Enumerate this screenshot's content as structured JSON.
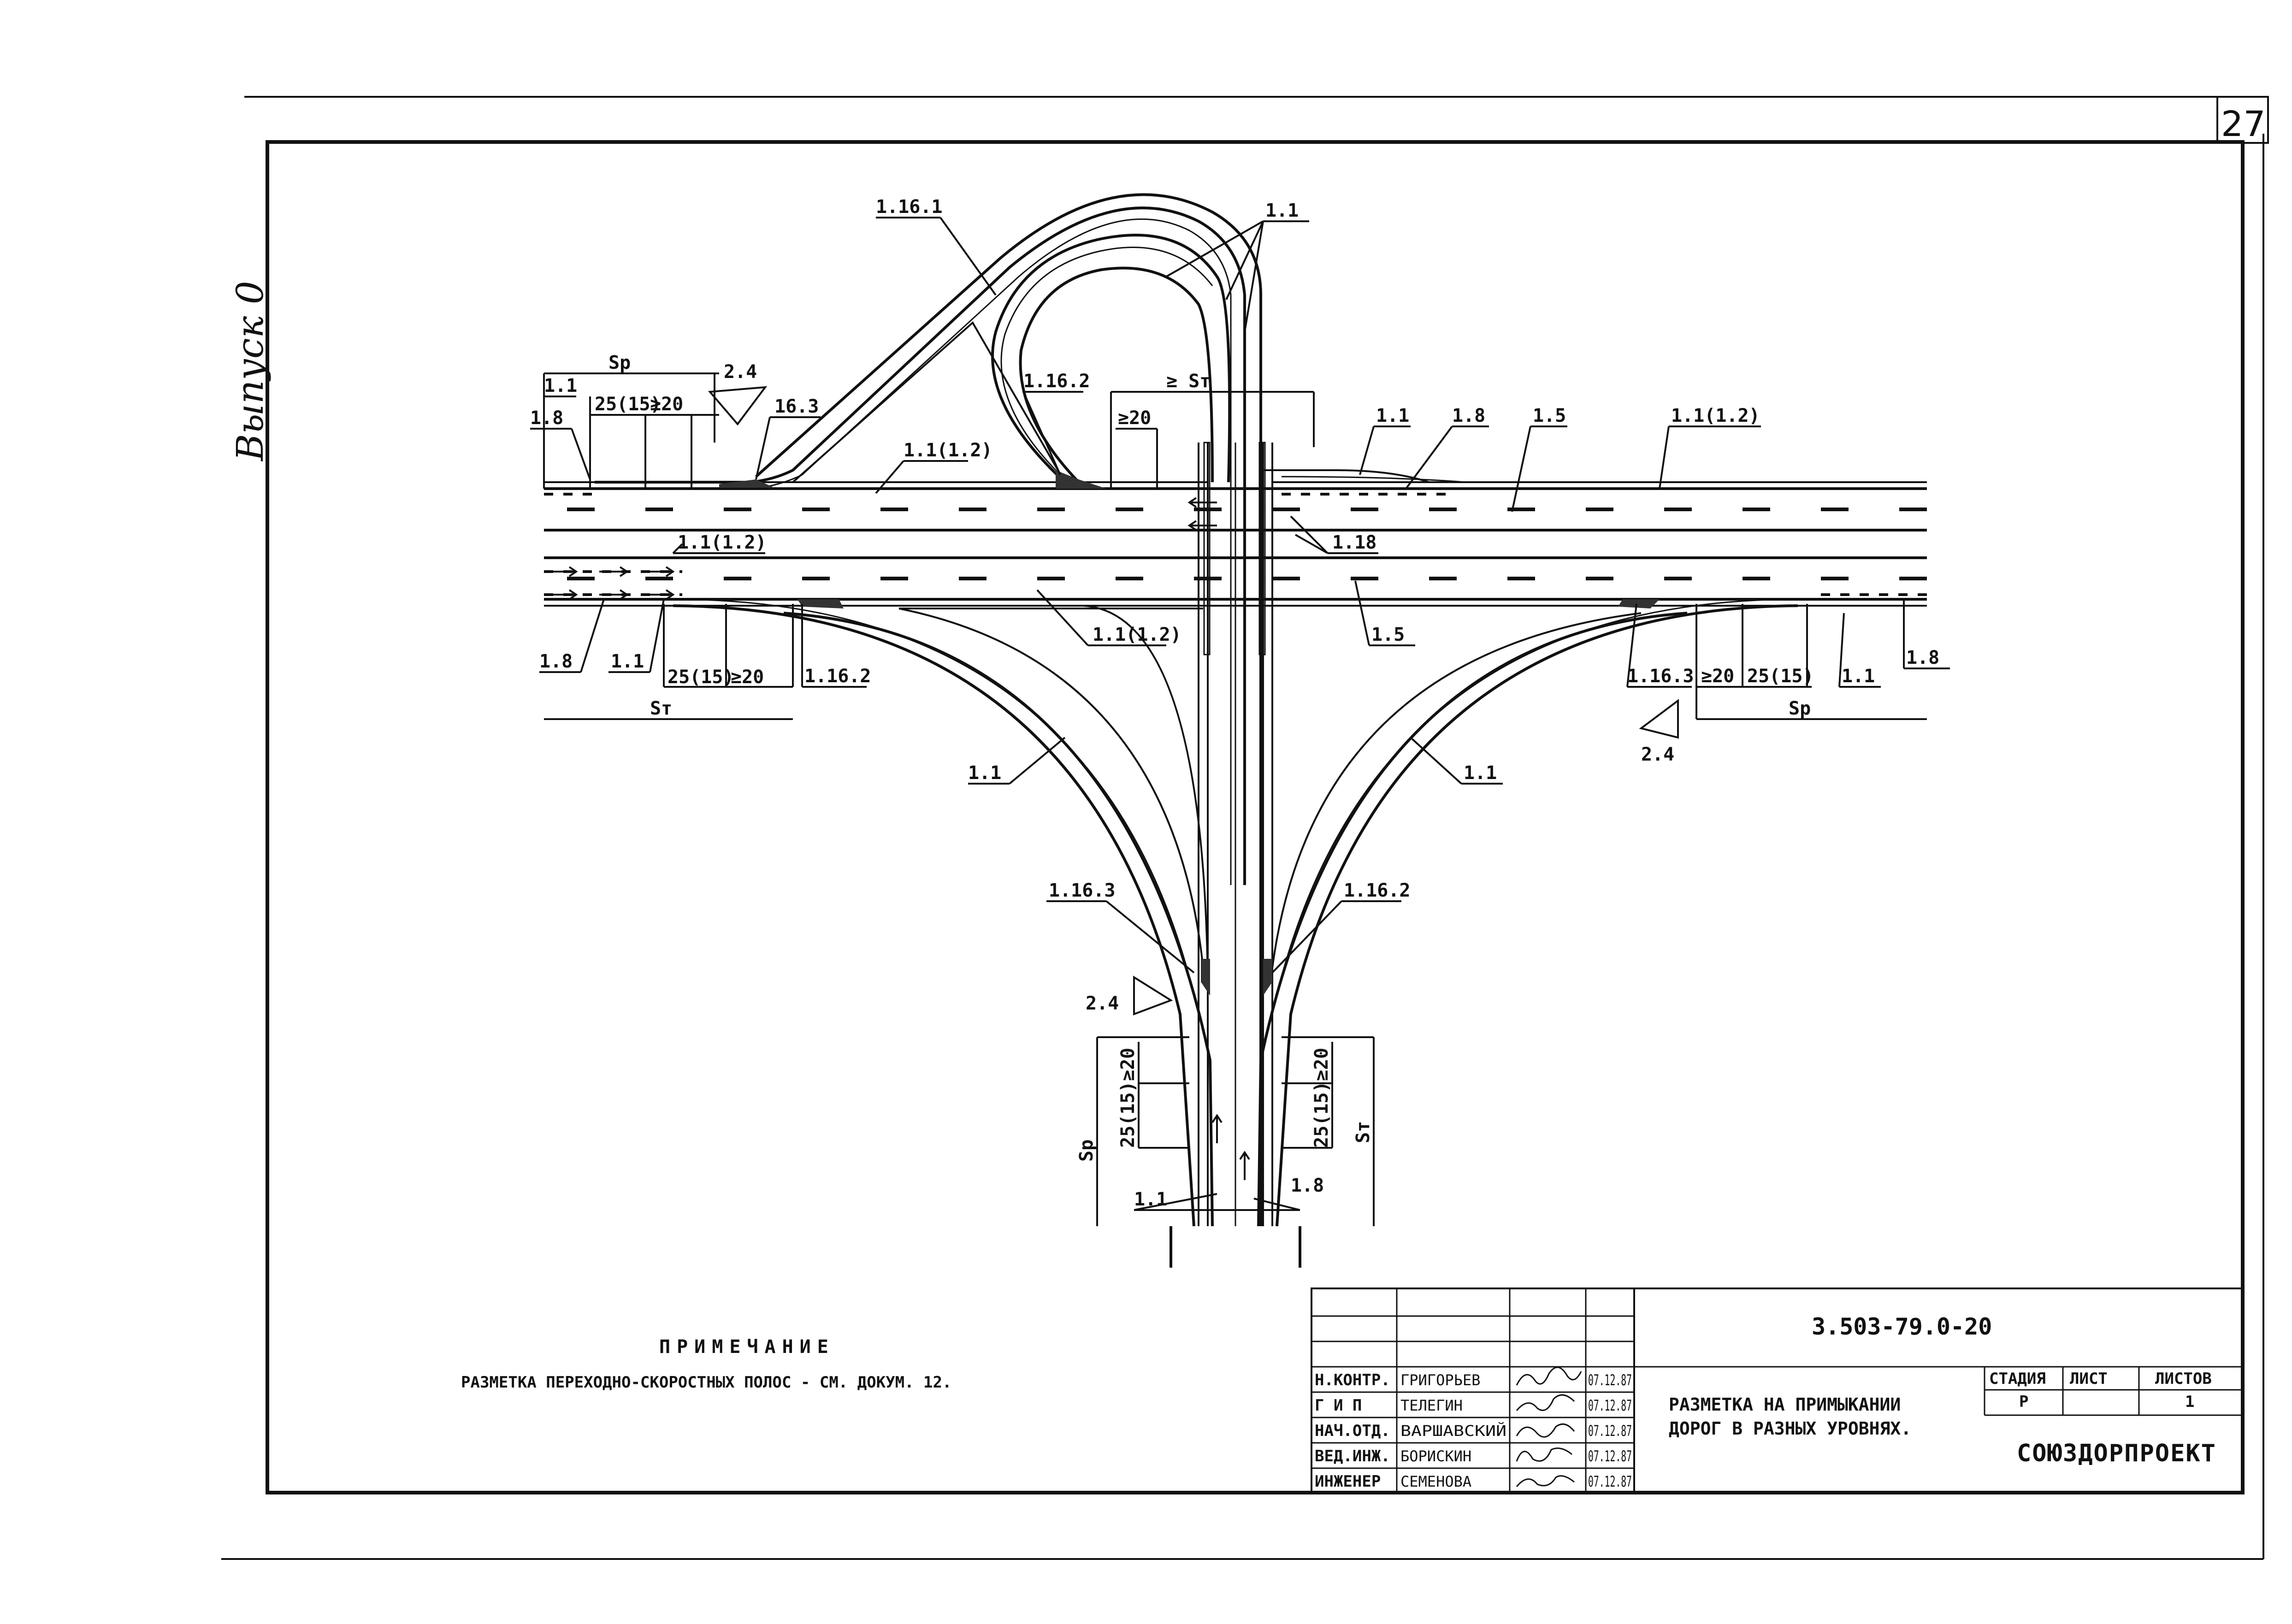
{
  "page_number": "27",
  "side_label": "Выпуск 0",
  "labels": {
    "l_1_16_1": "1.16.1",
    "l_1_1_top": "1.1",
    "l_sp_top": "Sp",
    "l_2_4_top": "2.4",
    "l_1_1_tl": "1.1",
    "l_1_8_tl": "1.8",
    "l_25_15_tl": "25(15)",
    "l_ge20_tl": "≥20",
    "l_16_3_tl": "16.3",
    "l_1_16_2_loop": "1.16.2",
    "l_ge_st": "≥ Sт",
    "l_ge20_loop": "≥20",
    "l_1_1_12_top": "1.1(1.2)",
    "l_1_1_tr": "1.1",
    "l_1_8_tr": "1.8",
    "l_1_5_tr": "1.5",
    "l_1_1_12_tr": "1.1(1.2)",
    "l_1_1_12_mid": "1.1(1.2)",
    "l_1_18": "1.18",
    "l_1_8_bl": "1.8",
    "l_1_1_bl": "1.1",
    "l_25_15_bl": "25(15)",
    "l_ge20_bl": "≥20",
    "l_1_16_2_bl": "1.16.2",
    "l_st_bl": "Sт",
    "l_1_1_12_bot": "1.1(1.2)",
    "l_1_5_bot": "1.5",
    "l_1_16_3_br": "1.16.3",
    "l_ge20_br": "≥20",
    "l_25_15_br": "25(15)",
    "l_1_1_br": "1.1",
    "l_1_8_br": "1.8",
    "l_sp_br": "Sp",
    "l_2_4_br": "2.4",
    "l_1_1_curve_l": "1.1",
    "l_1_1_curve_r": "1.1",
    "l_1_16_3_lower": "1.16.3",
    "l_1_16_2_lower": "1.16.2",
    "l_2_4_lower": "2.4",
    "l_ge20_v_l": "≥20",
    "l_25_15_v_l": "25(15)",
    "l_sp_v": "Sp",
    "l_ge20_v_r": "≥20",
    "l_25_15_v_r": "25(15)",
    "l_st_v": "Sт",
    "l_1_1_bottom": "1.1",
    "l_1_8_bottom": "1.8"
  },
  "note": {
    "heading": "ПРИМЕЧАНИЕ",
    "body": "РАЗМЕТКА ПЕРЕХОДНО-СКОРОСТНЫХ ПОЛОС - СМ. ДОКУМ. 12."
  },
  "title_block": {
    "code": "3.503-79.0-20",
    "title_line1": "РАЗМЕТКА НА ПРИМЫКАНИИ",
    "title_line2": "ДОРОГ В РАЗНЫХ УРОВНЯХ.",
    "organization": "СОЮЗДОРПРОЕКТ",
    "col_stage": "СТАДИЯ",
    "col_sheet": "ЛИСТ",
    "col_sheets": "ЛИСТОВ",
    "stage_value": "Р",
    "sheets_value": "1",
    "rows": [
      {
        "role": "Н.КОНТР.",
        "name": "ГРИГОРЬЕВ",
        "date": "07.12.87"
      },
      {
        "role": "Г И П",
        "name": "ТЕЛЕГИН",
        "date": "07.12.87"
      },
      {
        "role": "НАЧ.ОТД.",
        "name": "ВАРШАВСКИЙ",
        "date": "07.12.87"
      },
      {
        "role": "ВЕД.ИНЖ.",
        "name": "БОРИСКИН",
        "date": "07.12.87"
      },
      {
        "role": "ИНЖЕНЕР",
        "name": "СЕМЕНОВА",
        "date": "07.12.87"
      }
    ]
  }
}
